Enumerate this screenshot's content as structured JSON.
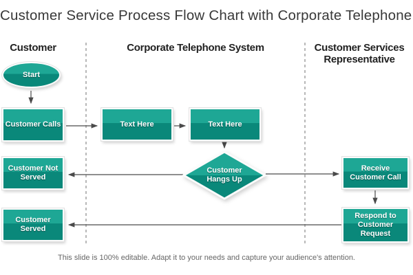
{
  "title": "Customer Service Process Flow Chart with Corporate Telephone…",
  "lanes": [
    {
      "label": "Customer"
    },
    {
      "label": "Corporate Telephone System"
    },
    {
      "label": "Customer Services Representative"
    }
  ],
  "nodes": {
    "start": "Start",
    "customer_calls": "Customer Calls",
    "text_here_1": "Text Here",
    "text_here_2": "Text Here",
    "customer_hangs_up": "Customer Hangs Up",
    "customer_not_served": "Customer Not Served",
    "customer_served": "Customer Served",
    "receive_customer_call": "Receive Customer Call",
    "respond_to_customer_request": "Respond to Customer Request"
  },
  "footer": "This slide is 100% editable. Adapt it to your needs and capture your audience's attention.",
  "colors": {
    "shape_top": "#1ea795",
    "shape_bottom": "#0a887a",
    "arrow": "#4a4a4a",
    "lane_divider": "#b8b8b8"
  }
}
